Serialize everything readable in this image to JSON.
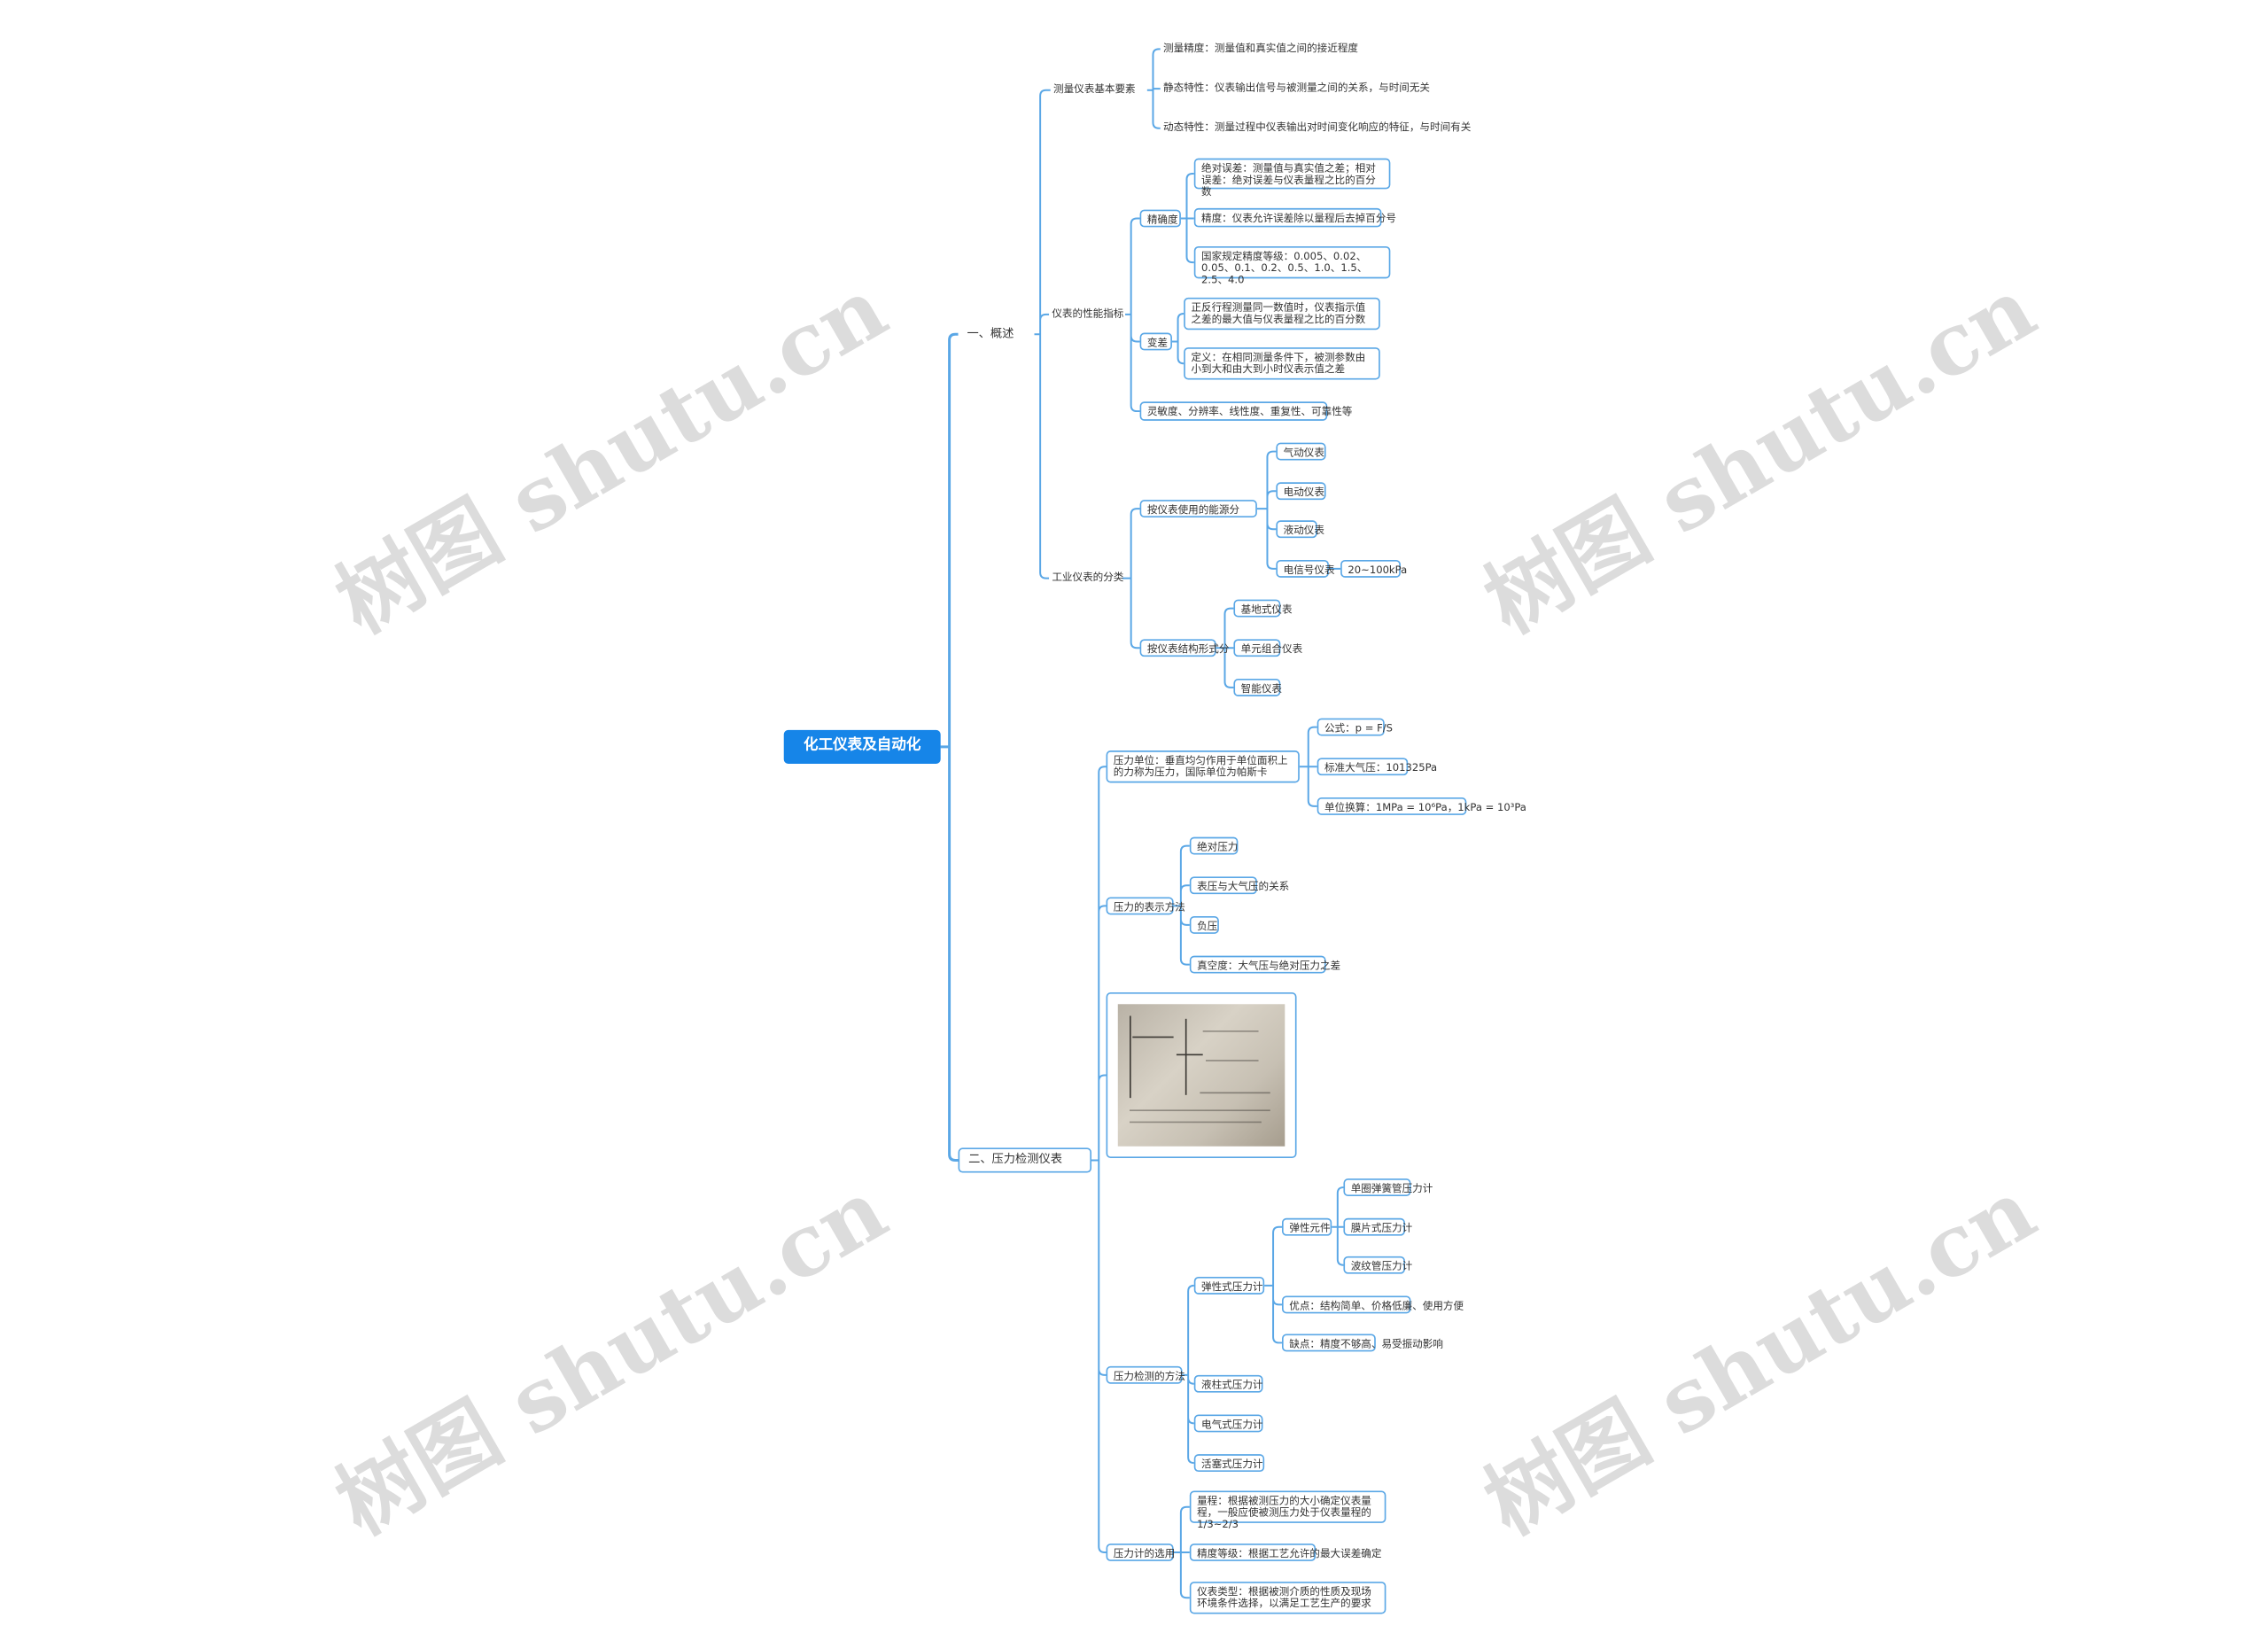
{
  "watermark": "树图 shutu.cn",
  "colors": {
    "accent": "#1685e8",
    "line": "#5aa7e6",
    "text": "#333333"
  },
  "root": {
    "label": "化工仪表及自动化"
  },
  "sections": {
    "s1": {
      "label": "一、概述",
      "g1": {
        "label": "测量仪表基本要素",
        "items": [
          "测量精度：测量值和真实值之间的接近程度",
          "静态特性：仪表输出信号与被测量之间的关系，与时间无关",
          "动态特性：测量过程中仪表输出对时间变化响应的特征，与时间有关"
        ]
      },
      "g2": {
        "label": "仪表的性能指标",
        "a": {
          "label": "精确度",
          "items": [
            "绝对误差：测量值与真实值之差；相对误差：绝对误差与仪表量程之比的百分数",
            "精度：仪表允许误差除以量程后去掉百分号",
            "国家规定精度等级：0.005、0.02、0.05、0.1、0.2、0.5、1.0、1.5、2.5、4.0"
          ]
        },
        "b": {
          "label": "变差",
          "items": [
            "正反行程测量同一数值时，仪表指示值之差的最大值与仪表量程之比的百分数",
            "定义：在相同测量条件下，被测参数由小到大和由大到小时仪表示值之差"
          ]
        },
        "c": "灵敏度、分辨率、线性度、重复性、可靠性等"
      },
      "g3": {
        "label": "工业仪表的分类",
        "a": {
          "label": "按仪表使用的能源分",
          "items": [
            "气动仪表",
            "电动仪表",
            "液动仪表"
          ],
          "last": {
            "label": "电信号仪表",
            "value": "20~100kPa"
          }
        },
        "b": {
          "label": "按仪表结构形式分",
          "items": [
            "基地式仪表",
            "单元组合仪表",
            "智能仪表"
          ]
        }
      }
    },
    "s2": {
      "label": "二、压力检测仪表",
      "g1": {
        "label": "压力单位：垂直均匀作用于单位面积上的力称为压力，国际单位为帕斯卡",
        "items": [
          "公式：p = F/S",
          "标准大气压：101325Pa",
          "单位换算：1MPa = 10⁶Pa，1kPa = 10³Pa"
        ]
      },
      "g2": {
        "label": "压力的表示方法",
        "items": [
          "绝对压力",
          "表压与大气压的关系",
          "负压",
          "真空度：大气压与绝对压力之差"
        ]
      },
      "g4": {
        "label": "压力检测的方法",
        "a": {
          "label": "弹性式压力计",
          "sub": {
            "label": "弹性元件",
            "items": [
              "单圈弹簧管压力计",
              "膜片式压力计",
              "波纹管压力计"
            ]
          },
          "items": [
            "优点：结构简单、价格低廉、使用方便",
            "缺点：精度不够高、易受振动影响"
          ]
        },
        "items": [
          "液柱式压力计",
          "电气式压力计",
          "活塞式压力计"
        ]
      },
      "g5": {
        "label": "压力计的选用",
        "items": [
          "量程：根据被测压力的大小确定仪表量程，一般应使被测压力处于仪表量程的1/3~2/3",
          "精度等级：根据工艺允许的最大误差确定",
          "仪表类型：根据被测介质的性质及现场环境条件选择，以满足工艺生产的要求"
        ]
      }
    }
  }
}
